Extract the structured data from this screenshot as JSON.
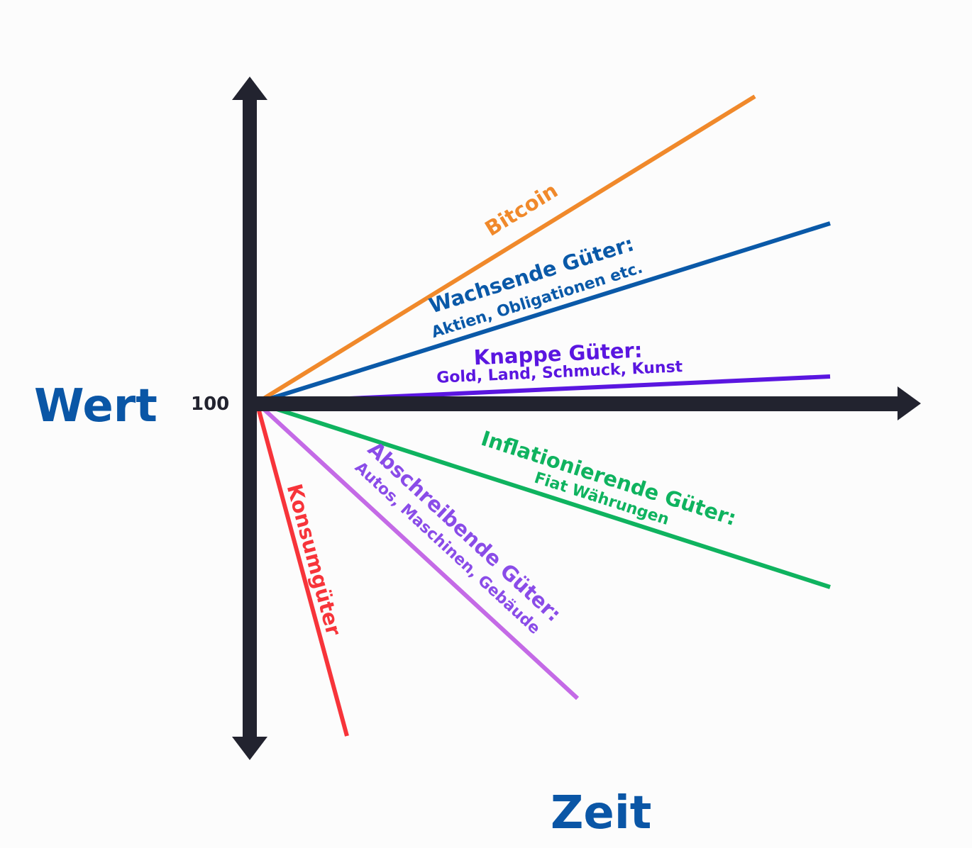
{
  "axes": {
    "y_label": "Wert",
    "x_label": "Zeit",
    "baseline_label": "100",
    "axis_color": "#22232f",
    "label_color": "#0a56a6"
  },
  "lines": [
    {
      "title": "Bitcoin",
      "subtitle": "",
      "color": "#f0892b"
    },
    {
      "title": "Wachsende Güter:",
      "subtitle": "Aktien, Obligationen etc.",
      "color": "#0a59a8"
    },
    {
      "title": "Knappe Güter:",
      "subtitle": "Gold, Land, Schmuck, Kunst",
      "color": "#5a16e0"
    },
    {
      "title": "Inflationierende Güter:",
      "subtitle": "Fiat Währungen",
      "color": "#0fb35f"
    },
    {
      "title": "Abschreibende Güter:",
      "subtitle": "Autos, Maschinen, Gebäude",
      "color": "#c46ae6",
      "label_color": "#8a4ce8"
    },
    {
      "title": "Konsumgüter",
      "subtitle": "",
      "color": "#f7343a"
    }
  ]
}
